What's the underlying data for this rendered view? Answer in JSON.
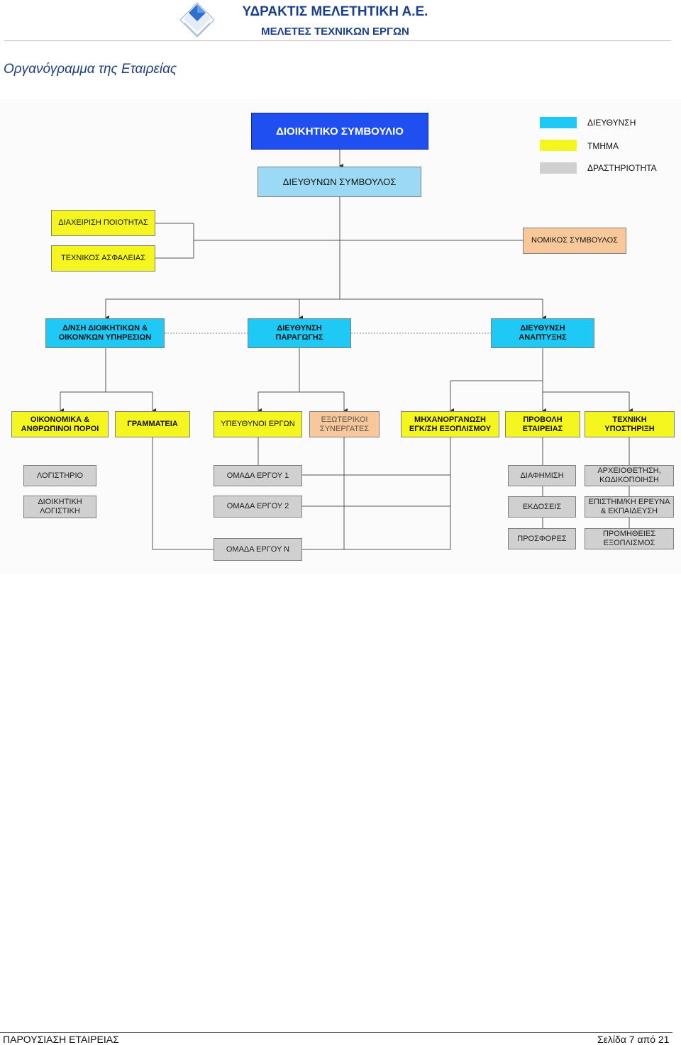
{
  "header": {
    "company": "ΥΔΡΑΚΤΙΣ ΜΕΛΕΤΗΤΙΚΗ Α.Ε.",
    "subtitle": "ΜΕΛΕΤΕΣ ΤΕΧΝΙΚΩΝ ΕΡΓΩΝ",
    "logo_icon": "diamond-logo-icon"
  },
  "title": "Οργανόγραμμα της Εταιρείας",
  "colors": {
    "board": "#1f4ff0",
    "directorate": "#1fc9f5",
    "department": "#f5f520",
    "activity": "#d0d0d0",
    "legal": "#f8c89a"
  },
  "legend": [
    {
      "label": "ΔΙΕΥΘΥΝΣΗ",
      "color": "#1fc9f5"
    },
    {
      "label": "ΤΜΗΜΑ",
      "color": "#f5f520"
    },
    {
      "label": "ΔΡΑΣΤΗΡΙΟΤΗΤΑ",
      "color": "#d0d0d0"
    }
  ],
  "org": {
    "board": "ΔΙΟΙΚΗΤΙΚΟ ΣΥΜΒΟΥΛΙΟ",
    "ceo": "ΔΙΕΥΘΥΝΩΝ ΣΥΜΒΟΥΛΟΣ",
    "quality": "ΔΙΑΧΕΙΡΙΣΗ ΠΟΙΟΤΗΤΑΣ",
    "safety": "ΤΕΧΝΙΚΟΣ ΑΣΦΑΛΕΙΑΣ",
    "legal": "ΝΟΜΙΚΟΣ ΣΥΜΒΟΥΛΟΣ",
    "dir_admin": "Δ/ΝΣΗ ΔΙΟΙΚΗΤΙΚΩΝ &\nΟΙΚΟΝ/ΚΩΝ ΥΠΗΡΕΣΙΩΝ",
    "dir_production": "ΔΙΕΥΘΥΝΣΗ\nΠΑΡΑΓΩΓΗΣ",
    "dir_development": "ΔΙΕΥΘΥΝΣΗ\nΑΝΑΠΤΥΞΗΣ",
    "dept_finance": "ΟΙΚΟΝΟΜΙΚΑ &\nΑΝΘΡΩΠΙΝΟΙ ΠΟΡΟΙ",
    "dept_secretariat": "ΓΡΑΜΜΑΤΕΙΑ",
    "dept_project_leads": "ΥΠΕΥΘΥΝΟΙ ΕΡΓΩΝ",
    "dept_external": "ΕΞΩΤΕΡΙΚΟΙ\nΣΥΝΕΡΓΑΤΕΣ",
    "dept_mechanization": "ΜΗΧΑΝΟΡΓΑΝΩΣΗ\nΕΓΚ/ΣΗ ΕΞΟΠΛΙΣΜΟΥ",
    "dept_promotion": "ΠΡΟΒΟΛΗ\nΕΤΑΙΡΕΙΑΣ",
    "dept_support": "ΤΕΧΝΙΚΗ\nΥΠΟΣΤΗΡΙΞΗ",
    "act_accounting": "ΛΟΓΙΣΤΗΡΙΟ",
    "act_admin_accounting": "ΔΙΟΙΚΗΤΙΚΗ\nΛΟΓΙΣΤΙΚΗ",
    "act_team1": "ΟΜΑΔΑ ΕΡΓΟΥ  1",
    "act_team2": "ΟΜΑΔΑ ΕΡΓΟΥ  2",
    "act_teamN": "ΟΜΑΔΑ ΕΡΓΟΥ  Ν",
    "act_advertising": "ΔΙΑΦΗΜΙΣΗ",
    "act_publications": "ΕΚΔΟΣΕΙΣ",
    "act_offers": "ΠΡΟΣΦΟΡΕΣ",
    "act_archiving": "ΑΡΧΕΙΟΘΕΤΗΣΗ,\nΚΩΔΙΚΟΠΟΙΗΣΗ",
    "act_research": "ΕΠΙΣΤΗΜ/ΚΗ ΕΡΕΥΝΑ\n& ΕΚΠΑΙΔΕΥΣΗ",
    "act_procurement": "ΠΡΟΜΗΘΕΙΕΣ\nΕΞΟΠΛΙΣΜΟΣ"
  },
  "footer": {
    "left": "ΠΑΡΟΥΣΙΑΣΗ ΕΤΑΙΡΕΙΑΣ",
    "right": "Σελίδα 7 από 21"
  }
}
